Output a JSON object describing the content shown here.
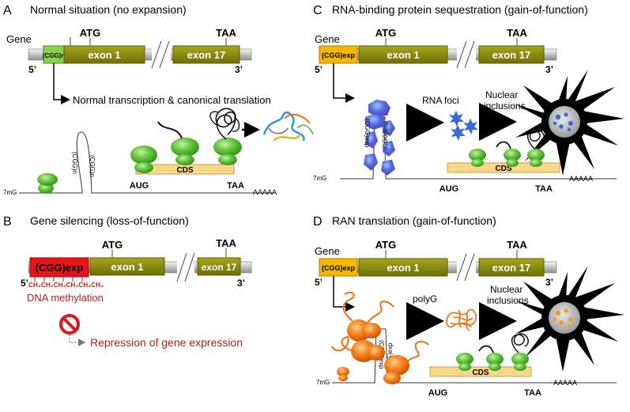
{
  "panelA": {
    "letter": "A",
    "title": "Normal situation (no expansion)",
    "gene": "Gene",
    "repeat": "(CGG)n",
    "exon1": "exon 1",
    "exon17": "exon 17",
    "atg": "ATG",
    "taa": "TAA",
    "five": "5’",
    "three": "3’",
    "arrow_text": "Normal transcription & canonical translation",
    "cap": "7mG",
    "loop_label": "(CGG)n",
    "cds": "CDS",
    "aug": "AUG",
    "taa2": "TAA",
    "polyA": "AAAAA"
  },
  "panelB": {
    "letter": "B",
    "title": "Gene silencing (loss-of-function)",
    "repeat": "(CGG)exp",
    "exon1": "exon 1",
    "exon17": "exon 17",
    "atg": "ATG",
    "taa": "TAA",
    "five": "5’",
    "three": "3’",
    "methyl": "CH₃CH₃CH₃CH₃CH₃CH₃",
    "dna_meth": "DNA methylation",
    "repression": "Repression of gene expression"
  },
  "panelC": {
    "letter": "C",
    "title": "RNA-binding protein sequestration (gain-of-function)",
    "gene": "Gene",
    "repeat": "(CGG)exp",
    "exon1": "exon 1",
    "exon17": "exon 17",
    "atg": "ATG",
    "taa": "TAA",
    "five": "5’",
    "three": "3’",
    "hairpin_label": "(CGG)exp",
    "foci": "RNA foci",
    "nuclear1": "Nuclear",
    "nuclear2": "inclusions",
    "cap": "7mG",
    "cds": "CDS",
    "aug": "AUG",
    "taa2": "TAA",
    "polyA": "AAAAA"
  },
  "panelD": {
    "letter": "D",
    "title": "RAN translation (gain-of-function)",
    "gene": "Gene",
    "repeat": "(CGG)exp",
    "exon1": "exon 1",
    "exon17": "exon 17",
    "atg": "ATG",
    "taa": "TAA",
    "five": "5’",
    "three": "3’",
    "polyg": "polyG",
    "nuclear1": "Nuclear",
    "nuclear2": "inclusions",
    "hairpin_label": "(CGG)exp",
    "cap": "7mG",
    "cds": "CDS",
    "aug": "AUG",
    "taa2": "TAA",
    "polyA": "AAAAA"
  },
  "colors": {
    "exon": "#8a8a10",
    "repeat_normal": "#8cd14e",
    "repeat_exp": "#f5b800",
    "repeat_silenced": "#e5141b",
    "cds": "#f8d68a",
    "methyl": "#c21a1a",
    "ribosome": "#4cb030",
    "ribosome_ran": "#f07010",
    "rbp": "#4060d8"
  }
}
